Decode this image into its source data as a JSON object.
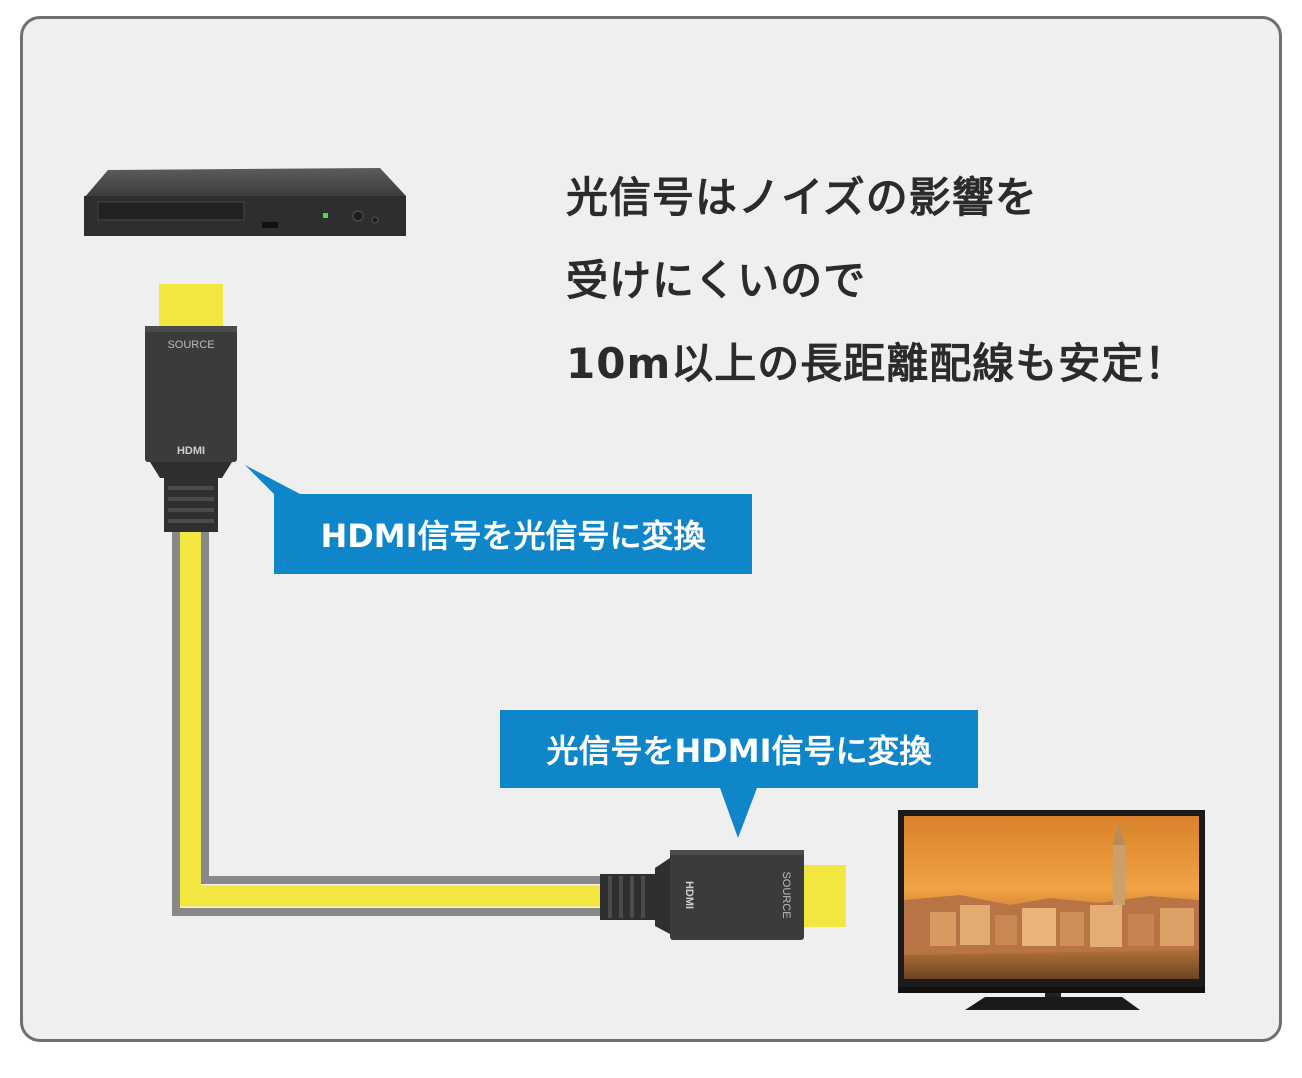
{
  "headline": {
    "line1": "光信号はノイズの影響を",
    "line2": "受けにくいので",
    "line3": "10m以上の長距離配線も安定！"
  },
  "callouts": {
    "source_side": "HDMI信号を光信号に変換",
    "display_side": "光信号をHDMI信号に変換"
  },
  "connectors": {
    "source_label": "SOURCE",
    "logo_text": "HDMI"
  },
  "colors": {
    "callout_bg": "#0f86c9",
    "cable_yellow": "#f2e640",
    "cable_gray": "#888888",
    "connector_body": "#3a3b3d",
    "panel_bg": "#efefef"
  }
}
